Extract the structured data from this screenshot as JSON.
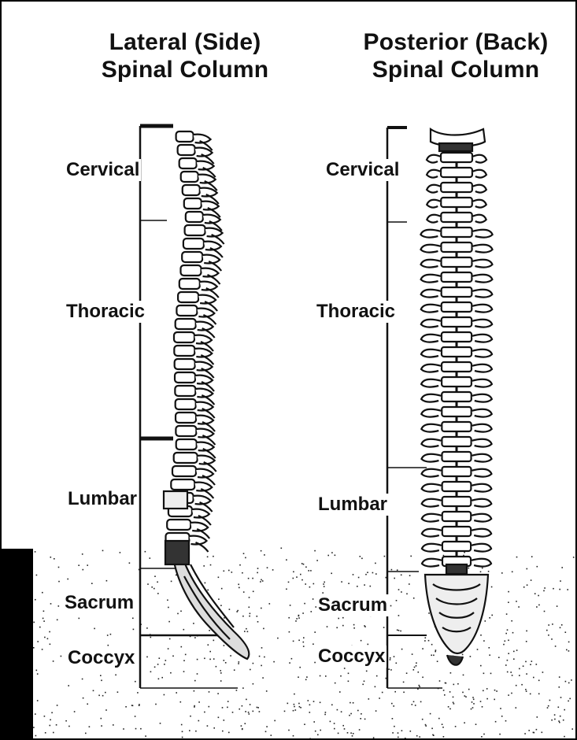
{
  "diagram": {
    "lateral": {
      "title_line1": "Lateral (Side)",
      "title_line2": "Spinal Column",
      "regions": [
        "Cervical",
        "Thoracic",
        "Lumbar",
        "Sacrum",
        "Coccyx"
      ]
    },
    "posterior": {
      "title_line1": "Posterior (Back)",
      "title_line2": "Spinal Column",
      "regions": [
        "Cervical",
        "Thoracic",
        "Lumbar",
        "Sacrum",
        "Coccyx"
      ]
    }
  },
  "colors": {
    "ink": "#111111",
    "bone": "#ffffff",
    "band": "#000000"
  }
}
